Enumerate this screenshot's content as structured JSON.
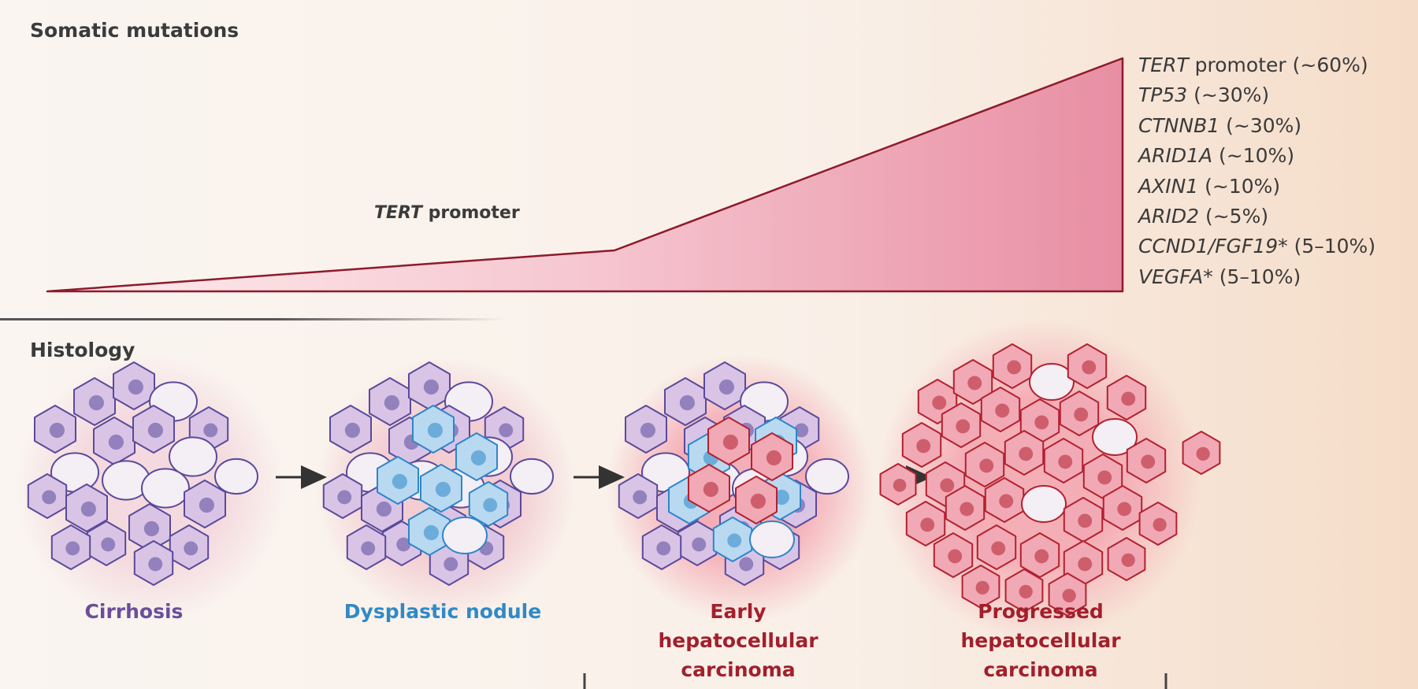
{
  "sections": {
    "somatic_title": "Somatic mutations",
    "histology_title": "Histology"
  },
  "tert_label": {
    "gene": "TERT",
    "rest": " promoter"
  },
  "mutations": [
    {
      "gene": "TERT",
      "rest": " promoter (~60%)"
    },
    {
      "gene": "TP53",
      "rest": " (~30%)"
    },
    {
      "gene": "CTNNB1",
      "rest": " (~30%)"
    },
    {
      "gene": "ARID1A",
      "rest": " (~10%)"
    },
    {
      "gene": "AXIN1",
      "rest": " (~10%)"
    },
    {
      "gene": "ARID2",
      "rest": " (~5%)"
    },
    {
      "gene": "CCND1/FGF19*",
      "rest": " (5–10%)"
    },
    {
      "gene": "VEGFA*",
      "rest": " (5–10%)"
    }
  ],
  "stages": {
    "cirrhosis": "Cirrhosis",
    "dysplastic": "Dysplastic nodule",
    "early_line1": "Early",
    "early_line2": "hepatocellular",
    "early_line3": "carcinoma",
    "progressed_line1": "Progressed",
    "progressed_line2": "hepatocellular",
    "progressed_line3": "carcinoma"
  },
  "colors": {
    "wedge_stroke": "#8e1a2b",
    "cirrhosis_cell": "#d9c4e6",
    "cirrhosis_edge": "#5a4a9a",
    "dysplastic_cell": "#b9d9f1",
    "dysplastic_edge": "#2e86c8",
    "carcinoma_cell": "#f1a9b5",
    "carcinoma_edge": "#b3212f",
    "arrow": "#333333"
  }
}
